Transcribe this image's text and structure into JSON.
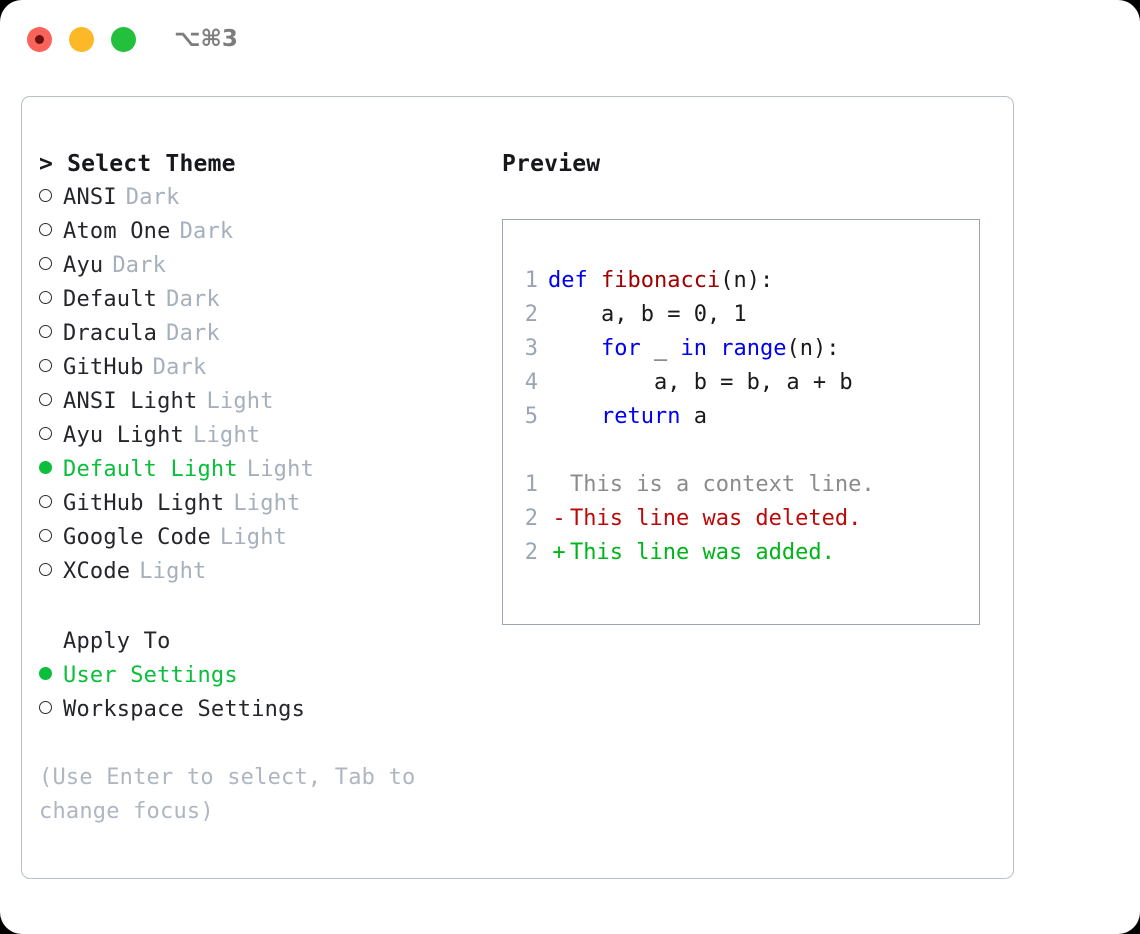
{
  "titlebar": {
    "shortcut": "⌥⌘3",
    "lights": [
      {
        "name": "close",
        "color": "#f9635a"
      },
      {
        "name": "minimize",
        "color": "#fdb827"
      },
      {
        "name": "maximize",
        "color": "#22c03c"
      }
    ]
  },
  "theme_list": {
    "header": "> Select Theme",
    "selected_index": 8,
    "items": [
      {
        "name": "ANSI",
        "tag": "Dark",
        "selected": false
      },
      {
        "name": "Atom One",
        "tag": "Dark",
        "selected": false
      },
      {
        "name": "Ayu",
        "tag": "Dark",
        "selected": false
      },
      {
        "name": "Default",
        "tag": "Dark",
        "selected": false
      },
      {
        "name": "Dracula",
        "tag": "Dark",
        "selected": false
      },
      {
        "name": "GitHub",
        "tag": "Dark",
        "selected": false
      },
      {
        "name": "ANSI Light",
        "tag": "Light",
        "selected": false
      },
      {
        "name": "Ayu Light",
        "tag": "Light",
        "selected": false
      },
      {
        "name": "Default Light",
        "tag": "Light",
        "selected": true
      },
      {
        "name": "GitHub Light",
        "tag": "Light",
        "selected": false
      },
      {
        "name": "Google Code",
        "tag": "Light",
        "selected": false
      },
      {
        "name": "XCode",
        "tag": "Light",
        "selected": false
      }
    ]
  },
  "apply_to": {
    "header": "Apply To",
    "options": [
      {
        "label": "User Settings",
        "selected": true
      },
      {
        "label": "Workspace Settings",
        "selected": false
      }
    ]
  },
  "hint": "(Use Enter to select, Tab to change focus)",
  "preview": {
    "title": "Preview",
    "code_lines": [
      {
        "no": "1",
        "segments": [
          {
            "text": "def ",
            "kind": "kw"
          },
          {
            "text": "fibonacci",
            "kind": "fn"
          },
          {
            "text": "(n):",
            "kind": "plain"
          }
        ]
      },
      {
        "no": "2",
        "segments": [
          {
            "text": "    a, b = 0, 1",
            "kind": "plain"
          }
        ]
      },
      {
        "no": "3",
        "segments": [
          {
            "text": "    ",
            "kind": "plain"
          },
          {
            "text": "for",
            "kind": "kw"
          },
          {
            "text": " _ ",
            "kind": "plain"
          },
          {
            "text": "in range",
            "kind": "kw"
          },
          {
            "text": "(n):",
            "kind": "plain"
          }
        ]
      },
      {
        "no": "4",
        "segments": [
          {
            "text": "        a, b = b, a + b",
            "kind": "plain"
          }
        ]
      },
      {
        "no": "5",
        "segments": [
          {
            "text": "    ",
            "kind": "plain"
          },
          {
            "text": "return",
            "kind": "kw"
          },
          {
            "text": " a",
            "kind": "plain"
          }
        ]
      }
    ],
    "diff_lines": [
      {
        "no": "1",
        "marker": " ",
        "text": "This is a context line.",
        "kind": "ctx"
      },
      {
        "no": "2",
        "marker": "-",
        "text": "This line was deleted.",
        "kind": "del"
      },
      {
        "no": "2",
        "marker": "+",
        "text": "This line was added.",
        "kind": "add"
      }
    ]
  },
  "colors": {
    "accent_green": "#0bbf3c",
    "tag_gray": "#a6b0bd",
    "hint_gray": "#aeb6c0",
    "keyword_blue": "#0000f0",
    "function_red": "#a00000",
    "diff_add_green": "#00b51a",
    "diff_del_red": "#bb0a0a",
    "lineno_gray": "#9aa5b4",
    "card_border": "#b8c0cc",
    "preview_border": "#9aa6b7"
  }
}
